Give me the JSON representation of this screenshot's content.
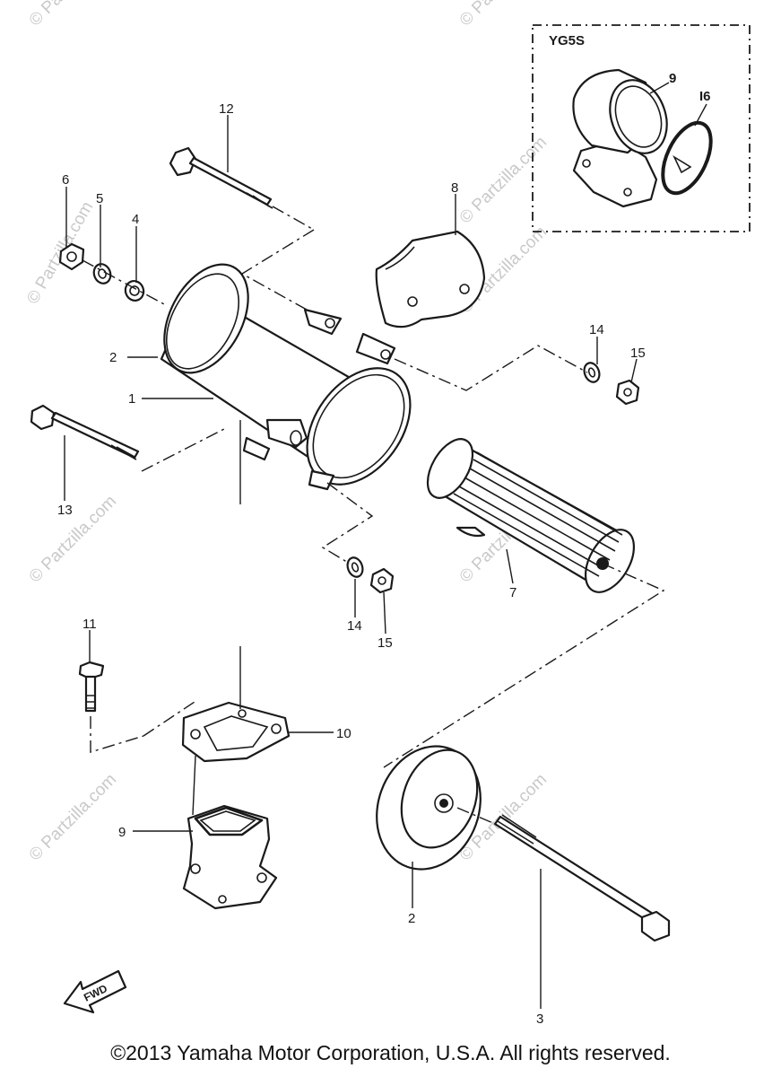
{
  "inset": {
    "model_label": "YG5S"
  },
  "callouts": {
    "c1": "1",
    "c2a": "2",
    "c2b": "2",
    "c3": "3",
    "c4": "4",
    "c5": "5",
    "c6": "6",
    "c7": "7",
    "c8": "8",
    "c9a": "9",
    "c9b": "9",
    "c10": "10",
    "c11": "11",
    "c12": "12",
    "c13": "13",
    "c14a": "14",
    "c14b": "14",
    "c15a": "15",
    "c15b": "15",
    "c16": "I6"
  },
  "fwd_label": "FWD",
  "watermark": "© Partzilla.com",
  "copyright": "©2013  Yamaha Motor Corporation, U.S.A. All rights reserved."
}
